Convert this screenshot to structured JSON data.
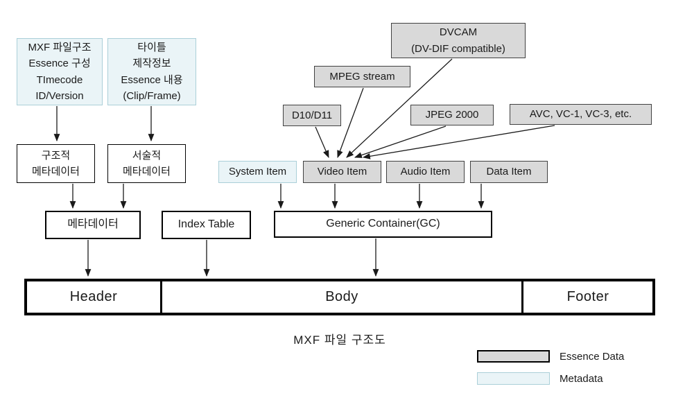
{
  "colors": {
    "essence_fill": "#d9d9d9",
    "essence_border": "#404040",
    "metadata_fill": "#eaf4f7",
    "metadata_border": "#aacfd8",
    "line": "#1a1a1a"
  },
  "diagram": {
    "caption": "MXF 파일 구조도",
    "metadata_boxes": {
      "mxf_info": {
        "lines": [
          "MXF 파일구조",
          "Essence 구성",
          "TImecode",
          "ID/Version"
        ]
      },
      "title_info": {
        "lines": [
          "타이틀",
          "제작정보",
          "Essence 내용",
          "(Clip/Frame)"
        ]
      },
      "system_item": {
        "label": "System Item"
      }
    },
    "white_boxes": {
      "structural": {
        "lines": [
          "구조적",
          "메타데이터"
        ]
      },
      "descriptive": {
        "lines": [
          "서술적",
          "메타데이터"
        ]
      },
      "metadata": {
        "label": "메타데이터"
      },
      "index_table": {
        "label": "Index Table"
      },
      "generic_container": {
        "label": "Generic Container(GC)"
      }
    },
    "essence_boxes": {
      "dvcam": {
        "lines": [
          "DVCAM",
          "(DV-DIF compatible)"
        ]
      },
      "mpeg": {
        "label": "MPEG stream"
      },
      "d10": {
        "label": "D10/D11"
      },
      "jpeg2000": {
        "label": "JPEG 2000"
      },
      "avc": {
        "label": "AVC, VC-1, VC-3, etc."
      },
      "video_item": {
        "label": "Video Item"
      },
      "audio_item": {
        "label": "Audio Item"
      },
      "data_item": {
        "label": "Data Item"
      }
    },
    "file_bar": {
      "sections": [
        "Header",
        "Body",
        "Footer"
      ]
    },
    "legend": [
      {
        "swatch": "essence",
        "label": "Essence Data"
      },
      {
        "swatch": "metadata",
        "label": "Metadata"
      }
    ]
  }
}
